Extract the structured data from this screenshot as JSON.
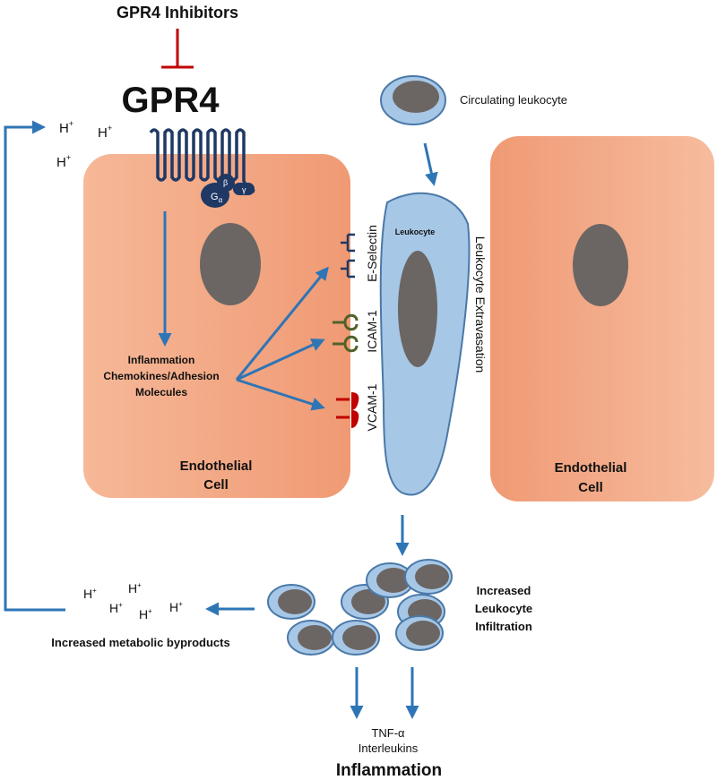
{
  "title": "GPR4",
  "inhibitor_label": "GPR4 Inhibitors",
  "proton": "H",
  "proton_sup": "+",
  "g_alpha": "G",
  "g_alpha_sub": "α",
  "g_beta": "β",
  "g_gamma": "γ",
  "circulating_leukocyte": "Circulating leukocyte",
  "leukocyte": "Leukocyte",
  "leukocyte_extravasation": "Leukocyte Extravasation",
  "adhesion_labels": {
    "e_selectin": "E-Selectin",
    "icam": "ICAM-1",
    "vcam": "VCAM-1"
  },
  "inflammation_box": [
    "Inflammation",
    "Chemokines/Adhesion",
    "Molecules"
  ],
  "endothelial_cell_left": [
    "Endothelial",
    "Cell"
  ],
  "endothelial_cell_right": [
    "Endothelial",
    "Cell"
  ],
  "infiltration": [
    "Increased",
    "Leukocyte",
    "Infiltration"
  ],
  "metabolic_byproducts": "Increased metabolic byproducts",
  "cytokines": [
    "TNF-α",
    "Interleukins"
  ],
  "inflammation": "Inflammation",
  "colors": {
    "cell_fill": "#f3a07e",
    "cell_stroke": "#c0764f",
    "nucleus": "#6b6663",
    "leukocyte_fill": "#a7c7e7",
    "leukocyte_stroke": "#4a79a8",
    "arrow": "#2e75b6",
    "receptor": "#1f3864",
    "inhibitor": "#c00000",
    "icam": "#4f6228",
    "vcam": "#c00000"
  }
}
